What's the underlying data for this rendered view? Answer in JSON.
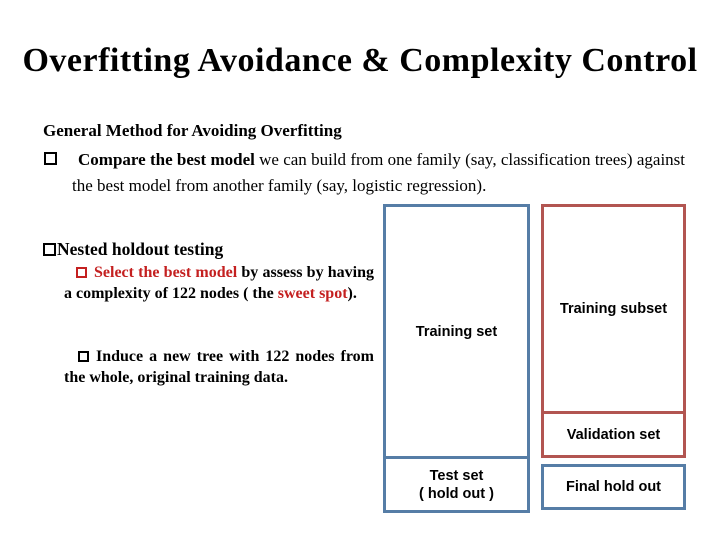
{
  "slide": {
    "title": "Overfitting Avoidance & Complexity Control",
    "section_heading": "General Method for Avoiding Overfitting",
    "bullet_compare": {
      "runs": [
        {
          "text": "Compare the best model",
          "style": "bold"
        },
        {
          "text": " we can build from one family (say, classification trees) against the best model from another family (say, logistic regression).",
          "style": "normal"
        }
      ]
    },
    "nested_heading": "Nested holdout testing",
    "bullet_select": {
      "runs": [
        {
          "text": "Select the best model",
          "style": "red-bold"
        },
        {
          "text": " by assess by having a complexity of 122 nodes ( the ",
          "style": "bold"
        },
        {
          "text": "sweet spot",
          "style": "red-bold"
        },
        {
          "text": ").",
          "style": "bold"
        }
      ]
    },
    "bullet_induce": {
      "runs": [
        {
          "text": "Induce a new tree with 122 nodes from the whole, original training data.",
          "style": "bold"
        }
      ]
    }
  },
  "diagram": {
    "training_set_label": "Training set",
    "training_subset_label": "Training subset",
    "validation_set_label": "Validation set",
    "test_set_line1": "Test set",
    "test_set_line2": "( hold out )",
    "final_hold_out_label": "Final hold out"
  },
  "icons": {
    "square_bullet": "hollow-square-bullet"
  },
  "colors": {
    "blue_border": "#567DA6",
    "red_border": "#B25551",
    "red_text": "#C42020",
    "text": "#000000"
  }
}
